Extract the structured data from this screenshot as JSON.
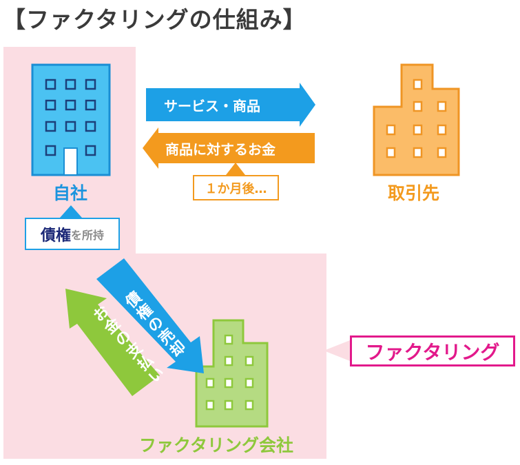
{
  "title": "【ファクタリングの仕組み】",
  "company": {
    "label": "自社",
    "claim_box_strong": "債権",
    "claim_box_rest": "を所持"
  },
  "partner": {
    "label": "取引先"
  },
  "arrows": {
    "services": "サービス・商品",
    "payment": "商品に対するお金",
    "after_month": "１か月後…",
    "sell_claim": "債権の売却",
    "pay_money": "お金の支払い"
  },
  "factoring": {
    "callout": "ファクタリング",
    "company_label": "ファクタリング会社"
  },
  "colors": {
    "blue": "#1da0e6",
    "blue_building": "#4bc2f2",
    "orange": "#f39a1e",
    "orange_building": "#fbbc68",
    "green": "#8ec83c",
    "green_building": "#b5db82",
    "magenta": "#e2198b",
    "navy": "#1d2a78",
    "pink_bg": "#fbdde3"
  }
}
